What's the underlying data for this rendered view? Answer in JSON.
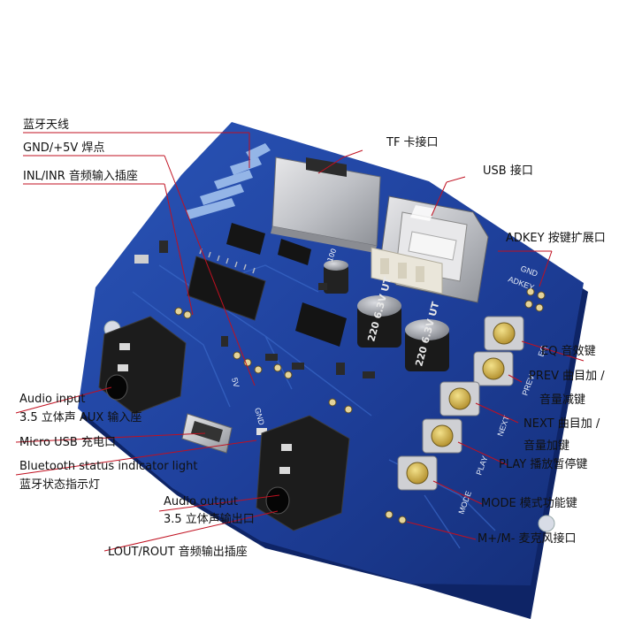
{
  "labels": {
    "antenna": "蓝牙天线",
    "gnd5v": "GND/+5V 焊点",
    "inl_inr": "INL/INR 音频输入插座",
    "tf": "TF 卡接口",
    "usb": "USB 接口",
    "adkey": "ADKEY 按键扩展口",
    "eq": "EQ 音效键",
    "prev_1": "PREV 曲目加 /",
    "prev_2": "音量减键",
    "next_1": "NEXT 曲目加 /",
    "next_2": "音量加键",
    "play": "PLAY 播放暂停键",
    "mode": "MODE 模式功能键",
    "mic": "M+/M- 麦克风接口",
    "audio_in_1": "Audio input",
    "audio_in_2": "3.5 立体声 AUX 输入座",
    "micro_usb": "Micro USB 充电口",
    "bt_led_1": "Bluetooth status indicator light",
    "bt_led_2": "蓝牙状态指示灯",
    "audio_out_1": "Audio output",
    "audio_out_2": "3.5 立体声输出口",
    "lout_rout": "LOUT/ROUT 音频输出插座"
  },
  "silkscreen": {
    "gnd_top": "GND",
    "adkey": "ADKEY",
    "eq": "EQ",
    "prev": "PREV",
    "next": "NEXT",
    "play": "PLAY",
    "mode": "MODE",
    "gnd_center": "GND",
    "v5": "5V",
    "cap_1": "220 6.3V UT",
    "cap_2": "220 6.3V UT",
    "cap_small": "100"
  },
  "colors": {
    "pcb": "#1e3f9a",
    "pcb_dark": "#15307a",
    "background": "#ffffff",
    "leader_line": "#c01020",
    "label_text": "#111111"
  }
}
